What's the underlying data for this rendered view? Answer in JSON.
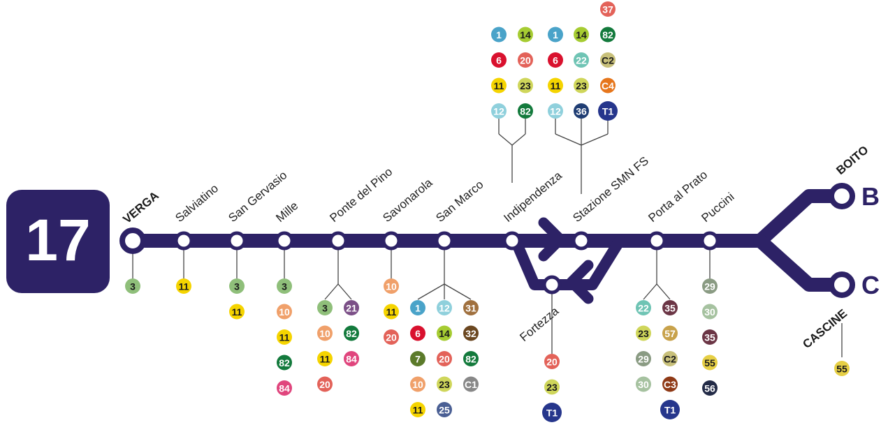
{
  "line": {
    "number": "17",
    "color": "#2d2266"
  },
  "branches": [
    {
      "letter": "B",
      "terminal": "BOITO"
    },
    {
      "letter": "C",
      "terminal": "CASCINE"
    }
  ],
  "stops": [
    {
      "name": "VERGA",
      "terminal": true,
      "groups": [
        [
          "3"
        ]
      ]
    },
    {
      "name": "Salviatino",
      "groups": [
        [
          "11"
        ]
      ]
    },
    {
      "name": "San Gervasio",
      "groups": [
        [
          "3",
          "11"
        ]
      ]
    },
    {
      "name": "Mille",
      "groups": [
        [
          "3",
          "10",
          "11",
          "82",
          "84"
        ]
      ]
    },
    {
      "name": "Ponte del Pino",
      "groups": [
        [
          "3",
          "10",
          "11",
          "20"
        ],
        [
          "21",
          "82",
          "84"
        ]
      ]
    },
    {
      "name": "Savonarola",
      "groups": [
        [
          "10",
          "11",
          "20"
        ]
      ]
    },
    {
      "name": "San Marco",
      "groups": [
        [
          "1",
          "6",
          "7",
          "10",
          "11"
        ],
        [
          "12",
          "14",
          "20",
          "23",
          "25"
        ],
        [
          "31",
          "32",
          "82",
          "C1"
        ]
      ]
    },
    {
      "name": "Indipendenza",
      "groups_above": [
        [
          "1",
          "6",
          "11",
          "12"
        ],
        [
          "14",
          "20",
          "23",
          "82"
        ]
      ]
    },
    {
      "name": "Stazione SMN FS",
      "groups_above": [
        [
          "1",
          "6",
          "11",
          "12"
        ],
        [
          "14",
          "22",
          "23",
          "36"
        ],
        [
          "37",
          "82",
          "C2",
          "C4",
          "T1"
        ]
      ]
    },
    {
      "name": "Fortezza",
      "groups": [
        [
          "20",
          "23",
          "T1"
        ]
      ]
    },
    {
      "name": "Porta al Prato",
      "groups": [
        [
          "22",
          "23",
          "29",
          "30"
        ],
        [
          "35",
          "57",
          "C2",
          "C3",
          "T1"
        ]
      ]
    },
    {
      "name": "Puccini",
      "groups": [
        [
          "29",
          "30",
          "35",
          "55",
          "56"
        ]
      ]
    }
  ],
  "cascine_connections": [
    [
      "55"
    ]
  ],
  "route_colors": {
    "1": "#4aa3c9",
    "3": "#8fbf7a",
    "6": "#d9112e",
    "7": "#5b7a2a",
    "10": "#f0a06a",
    "11": "#f5d400",
    "12": "#8fd0dc",
    "14": "#a6cc32",
    "20": "#e36259",
    "21": "#7b4f87",
    "22": "#6fc4b4",
    "23": "#cfd65b",
    "25": "#4a5f94",
    "29": "#8a9b83",
    "30": "#a6c2a0",
    "31": "#a0703e",
    "32": "#6b4720",
    "35": "#6b3545",
    "36": "#1f3d73",
    "37": "#e36259",
    "55": "#e6cf45",
    "56": "#232b47",
    "57": "#c8a24b",
    "82": "#137a3c",
    "84": "#e0457d",
    "C1": "#888888",
    "C2": "#c8c07a",
    "C3": "#8f3a17",
    "C4": "#e6761c",
    "T1": "#26368c"
  }
}
